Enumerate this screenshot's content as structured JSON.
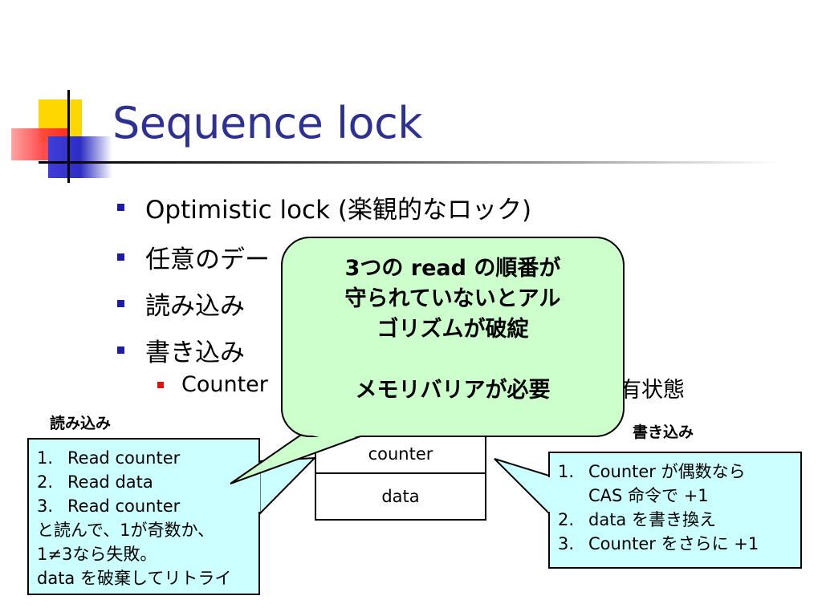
{
  "title": "Sequence lock",
  "bullets": [
    "Optimistic lock (楽観的なロック)",
    "任意のデー",
    "読み込み",
    "書き込み"
  ],
  "sub_bullet": {
    "left": "Counter",
    "right": "有状態"
  },
  "labels": {
    "read": "読み込み",
    "write": "書き込み"
  },
  "read_box": {
    "steps": [
      "Read counter",
      "Read data",
      "Read counter"
    ],
    "notes": [
      "と読んで、1が奇数か、",
      "1≠3なら失敗。",
      "data を破棄してリトライ"
    ]
  },
  "write_box": {
    "step1_line1": "Counter が偶数なら",
    "step1_line2": "CAS 命令で +1",
    "step2": "data を書き換え",
    "step3": "Counter をさらに +1"
  },
  "table": {
    "counter": "counter",
    "data": "data"
  },
  "callout": {
    "line1": "3つの read の順番が",
    "line2": "守られていないとアル",
    "line3": "ゴリズムが破綻",
    "line4": "メモリバリアが必要"
  },
  "colors": {
    "title": "#2e3192",
    "callout_bg": "#ccffcc",
    "box_bg": "#ccffff",
    "bullet": "#1c1ca8",
    "sub_bullet": "#e01010"
  }
}
